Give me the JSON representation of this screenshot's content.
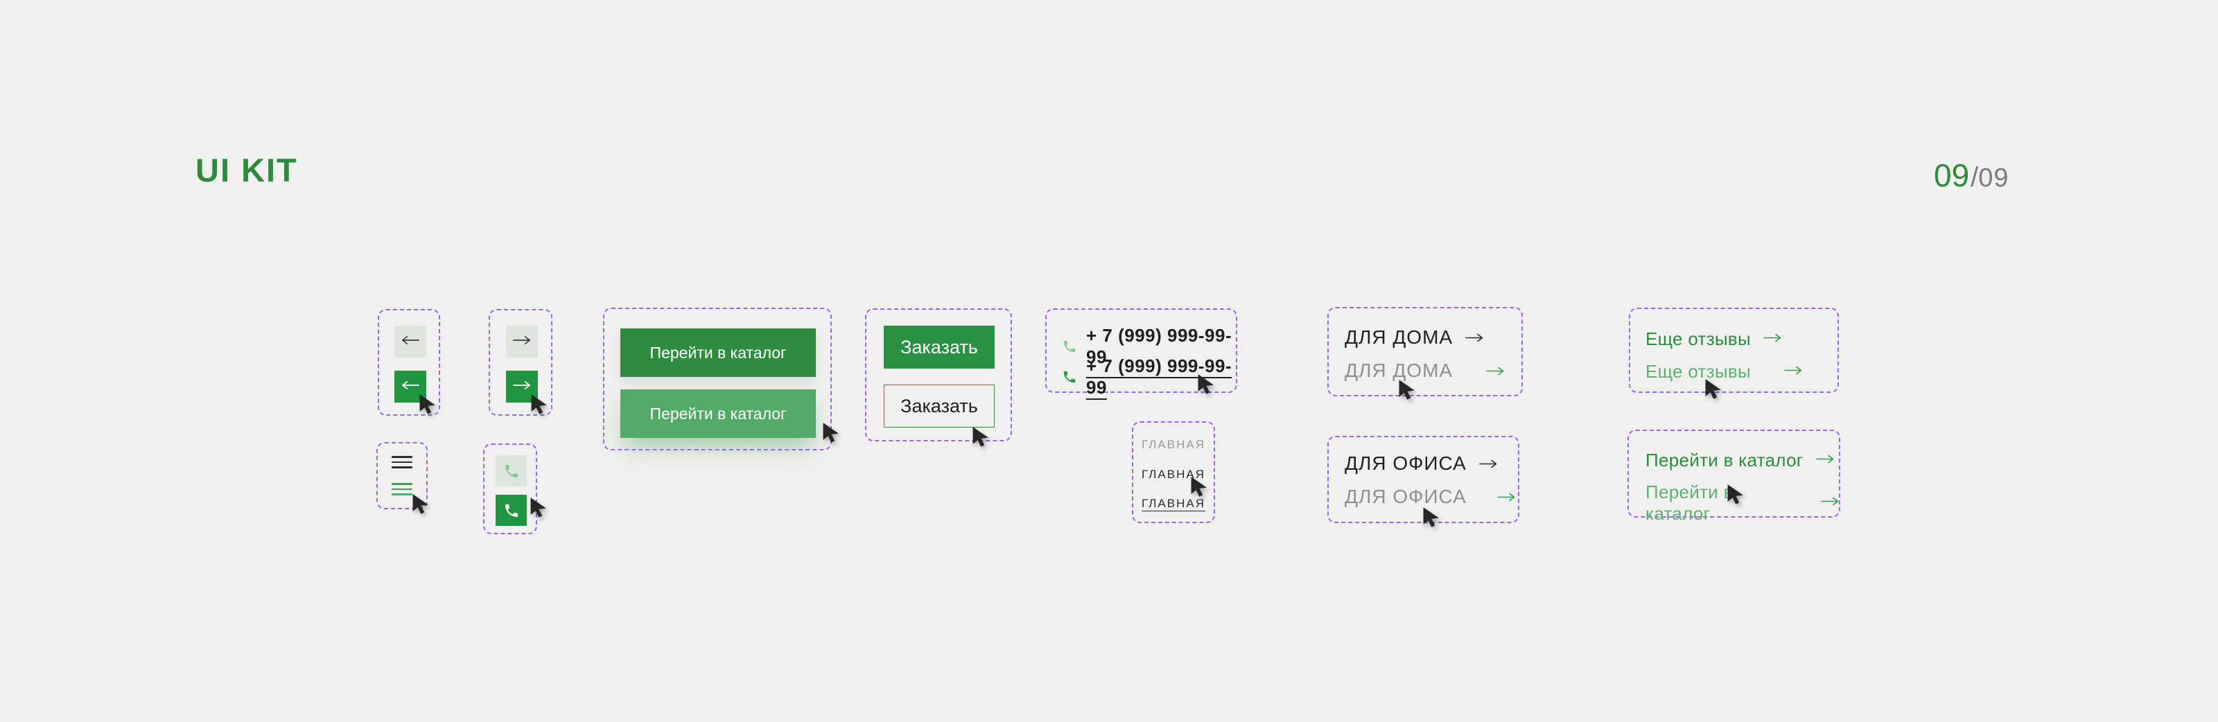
{
  "header": {
    "title": "UI KIT",
    "page_current": "09",
    "page_separator": "/",
    "page_total": "09"
  },
  "colors": {
    "background": "#f0f0ee",
    "accent_green": "#2e8b3e",
    "accent_green_bright": "#1f9441",
    "accent_green_hover": "#53a966",
    "light_green_square": "#dee5dd",
    "dashed_outline_purple": "#9c63f2",
    "text_dark": "#1f1f1f",
    "text_gray": "#8f8f8f",
    "green_link_hover": "#5fae72"
  },
  "components": {
    "carousel_prev": {
      "icon": "arrow-left-icon"
    },
    "carousel_next": {
      "icon": "arrow-right-icon"
    },
    "menu_toggle": {
      "icon": "hamburger-icon"
    },
    "phone_button": {
      "icon": "phone-icon"
    },
    "catalog_button": {
      "label": "Перейти в каталог"
    },
    "order_button": {
      "label": "Заказать"
    },
    "phone_link": {
      "number": "+ 7 (999) 999-99-99",
      "icon": "phone-icon"
    },
    "nav_main_link": {
      "label": "ГЛАВНАЯ"
    },
    "home_category_link": {
      "label": "ДЛЯ ДОМА",
      "icon": "arrow-right-icon"
    },
    "office_category_link": {
      "label": "ДЛЯ ОФИСА",
      "icon": "arrow-right-icon"
    },
    "reviews_link": {
      "label": "Еще отзывы",
      "icon": "arrow-right-icon"
    },
    "catalog_text_link": {
      "label": "Перейти в каталог",
      "icon": "arrow-right-icon"
    }
  }
}
